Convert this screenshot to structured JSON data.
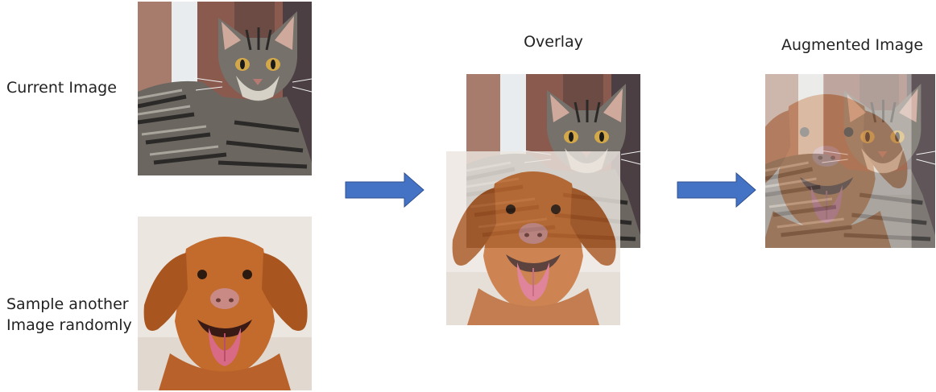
{
  "labels": {
    "current_image": "Current Image",
    "sample_another": "Sample another\nImage randomly",
    "overlay": "Overlay",
    "augmented_image": "Augmented Image"
  },
  "images": {
    "current": "cat photo",
    "sampled": "dog photo",
    "overlay": "cat and dog overlapped",
    "augmented": "cat and dog blended"
  },
  "colors": {
    "arrow": "#4472C4",
    "arrow_edge": "#2F528F"
  }
}
